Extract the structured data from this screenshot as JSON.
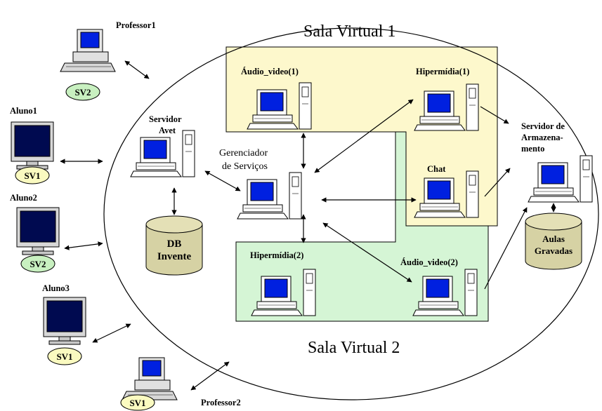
{
  "rooms": {
    "room1_label": "Sala Virtual 1",
    "room2_label": "Sala Virtual 2"
  },
  "nodes": {
    "professor1": "Professor1",
    "professor2": "Professor2",
    "aluno1": "Aluno1",
    "aluno2": "Aluno2",
    "aluno3": "Aluno3",
    "servidor_avet_line1": "Servidor",
    "servidor_avet_line2": "Avet",
    "gerenciador_line1": "Gerenciador",
    "gerenciador_line2": "de Serviços",
    "audio_video_1": "Áudio_video(1)",
    "hipermidia_1": "Hipermídia(1)",
    "chat": "Chat",
    "hipermidia_2": "Hipermídia(2)",
    "audio_video_2": "Áudio_video(2)",
    "servidor_arm_line1": "Servidor de",
    "servidor_arm_line2": "Armazena-",
    "servidor_arm_line3": "mento"
  },
  "badges": {
    "professor1": "SV2",
    "aluno1": "SV1",
    "aluno2": "SV2",
    "aluno3": "SV1",
    "professor2": "SV1"
  },
  "databases": {
    "db_invente_line1": "DB",
    "db_invente_line2": "Invente",
    "aulas_line1": "Aulas",
    "aulas_line2": "Gravadas"
  },
  "colors": {
    "room1_fill": "#fdf8cc",
    "room2_fill": "#d5f5d5",
    "db_fill": "#d6d2a4",
    "badge_yellow": "#fafac0",
    "badge_green": "#c8f0c0",
    "screen_blue": "#0020e0",
    "monitor_dark": "#000a50"
  }
}
